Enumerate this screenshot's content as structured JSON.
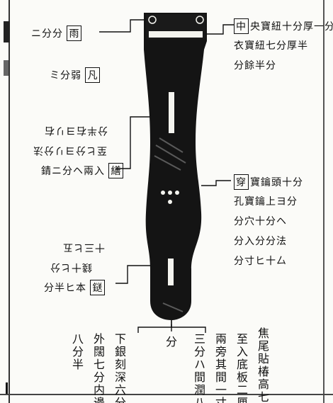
{
  "top_left": {
    "boxed": "雨",
    "text": "ニ分分"
  },
  "left_mid": {
    "boxed": "凡",
    "text": "ミ分弱"
  },
  "left_block": {
    "lines": [
      "分半右ヨリ右",
      "至ヒ分ヨリ分法",
      "錆ニ分ヘ兩入"
    ],
    "boxed": "繕"
  },
  "left_lower": {
    "lines": [
      "十三ヒ五",
      "錢十ヒ分",
      "分半ヒ本"
    ],
    "boxed": "鎹"
  },
  "right_top": {
    "boxed": "中",
    "lines": [
      "央寶紐十分厚一分",
      "衣寶紐七分厚半",
      "分餘半分"
    ]
  },
  "right_mid": {
    "boxed": "穿",
    "lines": [
      "寶鑰頭十分",
      "孔寶鑰上ヨ分",
      "分穴十分ヘ",
      "分入分分法",
      "分寸ヒ十厶"
    ]
  },
  "bottom_cols": [
    "八分半",
    "外闊七分内邊",
    "下銀刻深六分",
    "分",
    "三分ハ間潤八",
    "兩旁其間一寸",
    "至入底板二厘",
    "焦尾貼椿高七"
  ]
}
